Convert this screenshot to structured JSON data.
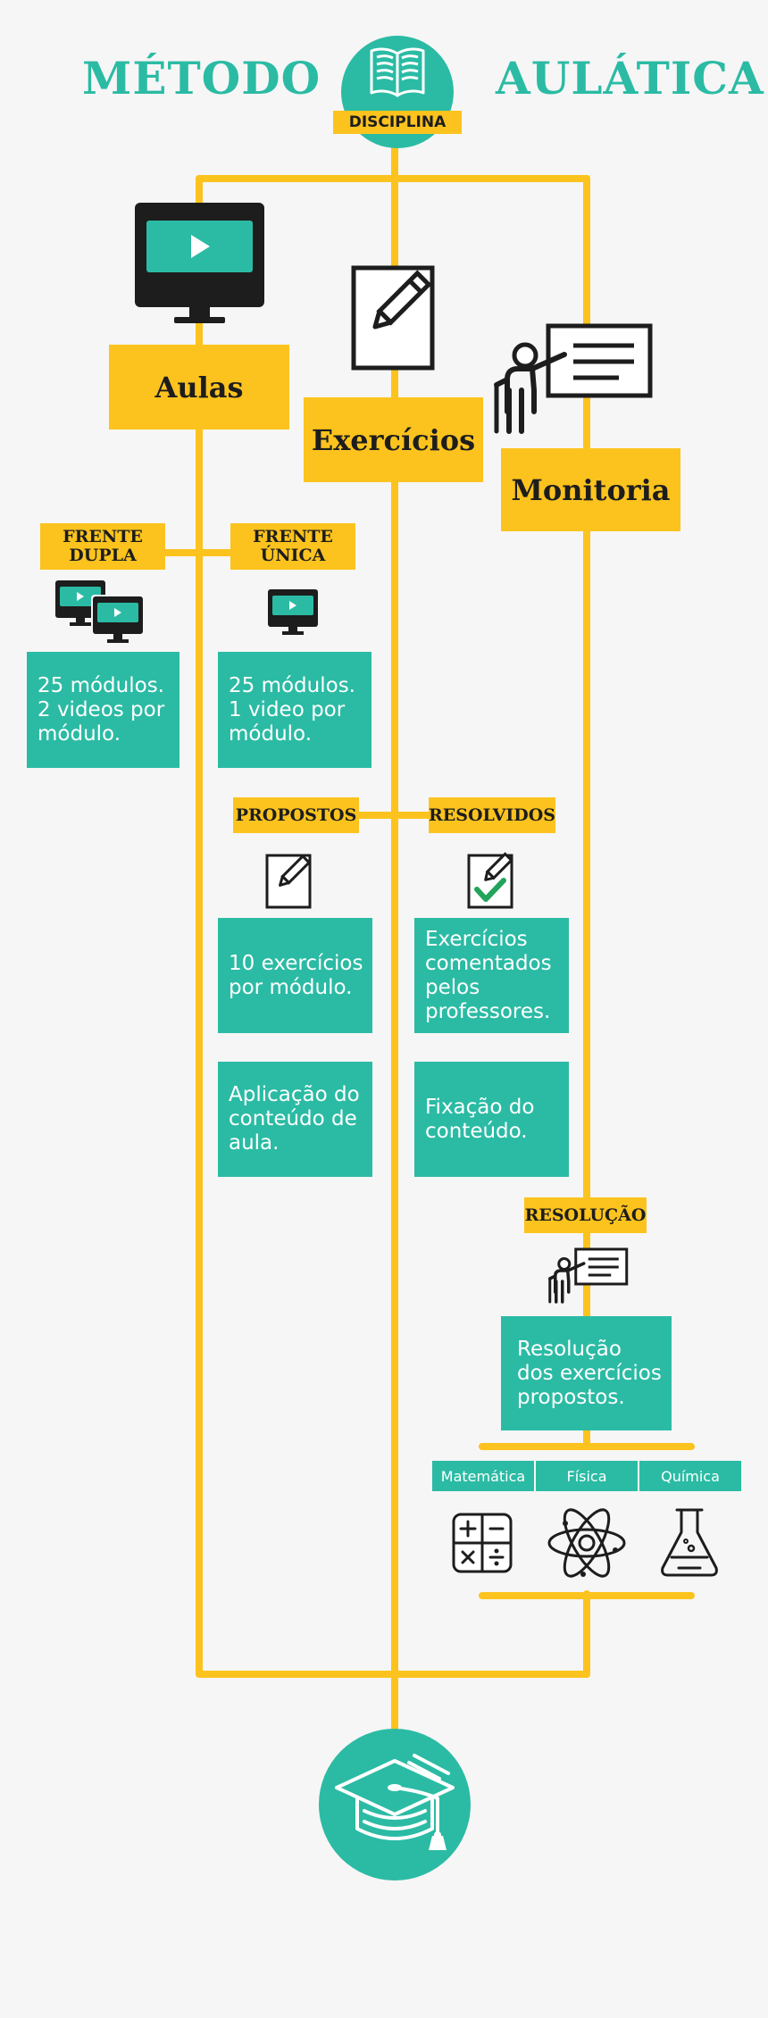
{
  "header": {
    "title_left": "MÉTODO",
    "title_right": "AULÁTICA",
    "badge": "DISCIPLINA"
  },
  "columns": {
    "aulas": "Aulas",
    "exercicios": "Exercícios",
    "monitoria": "Monitoria"
  },
  "aulas": {
    "frente_dupla": {
      "line1": "FRENTE",
      "line2": "DUPLA",
      "text": [
        "25 módulos.",
        "2 videos por",
        "módulo."
      ]
    },
    "frente_unica": {
      "line1": "FRENTE",
      "line2": "ÚNICA",
      "text": [
        "25 módulos.",
        "1 video por",
        "módulo."
      ]
    }
  },
  "exercicios": {
    "propostos": {
      "label": "PROPOSTOS",
      "box1": [
        "10 exercícios",
        "por módulo."
      ],
      "box2": [
        "Aplicação do",
        "conteúdo de",
        "aula."
      ]
    },
    "resolvidos": {
      "label": "RESOLVIDOS",
      "box1": [
        "Exercícios",
        "comentados",
        "pelos",
        "professores."
      ],
      "box2": [
        "Fixação do",
        "conteúdo."
      ]
    }
  },
  "monitoria": {
    "resolucao": {
      "label": "RESOLUÇÃO",
      "text": [
        "Resolução",
        "dos exercícios",
        "propostos."
      ]
    },
    "subjects": [
      "Matemática",
      "Física",
      "Química"
    ]
  },
  "colors": {
    "teal": "#2bbba4",
    "yellow": "#fcc31e",
    "dark": "#1d1d1d",
    "background": "#f6f6f6",
    "green_check": "#22a45a"
  },
  "icons": [
    "book-icon",
    "monitor-play-icon",
    "paper-pencil-icon",
    "teacher-board-icon",
    "paper-check-icon",
    "calculator-icon",
    "atom-icon",
    "flask-icon",
    "graduation-cap-icon"
  ]
}
